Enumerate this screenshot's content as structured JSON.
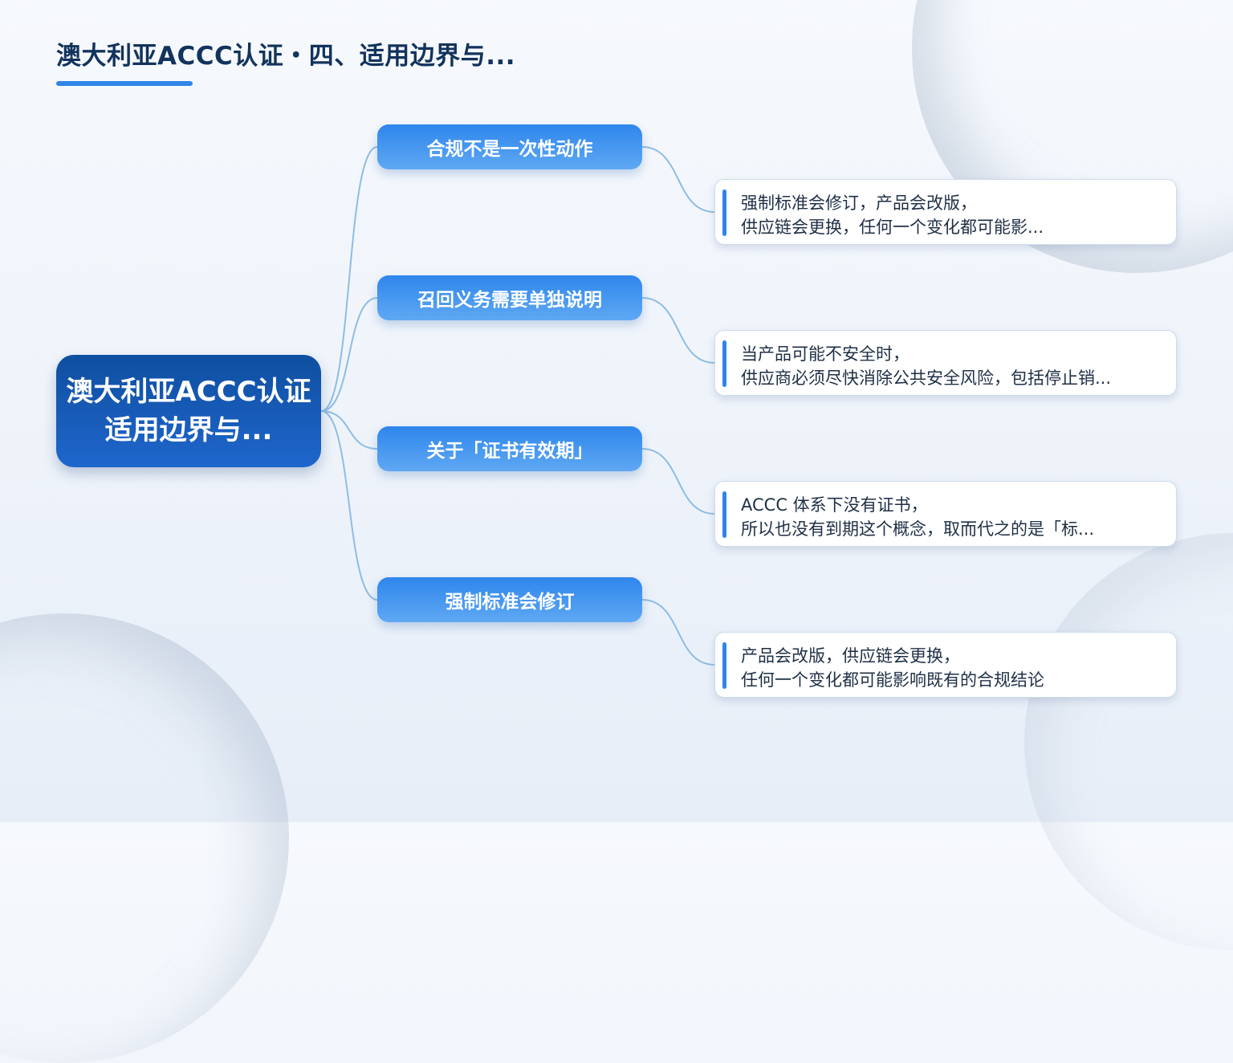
{
  "page": {
    "title": "澳大利亚ACCC认证・四、适用边界与..."
  },
  "root": {
    "lines": [
      "澳大利亚ACCC认证",
      "适用边界与..."
    ]
  },
  "branches": [
    {
      "topic": "合规不是一次性动作",
      "detail": [
        "强制标准会修订，产品会改版，",
        "供应链会更换，任何一个变化都可能影..."
      ]
    },
    {
      "topic": "召回义务需要单独说明",
      "detail": [
        "当产品可能不安全时，",
        "供应商必须尽快消除公共安全风险，包括停止销..."
      ]
    },
    {
      "topic": "关于「证书有效期」",
      "detail": [
        "ACCC 体系下没有证书，",
        "所以也没有到期这个概念，取而代之的是「标..."
      ]
    },
    {
      "topic": "强制标准会修订",
      "detail": [
        "产品会改版，供应链会更换，",
        "任何一个变化都可能影响既有的合规结论"
      ]
    }
  ],
  "colors": {
    "root_fill": "#1a5cb8",
    "topic_fill": "#3d93ee",
    "connector": "#8fbde3",
    "accent": "#2f86e8",
    "title_text": "#12335c"
  }
}
